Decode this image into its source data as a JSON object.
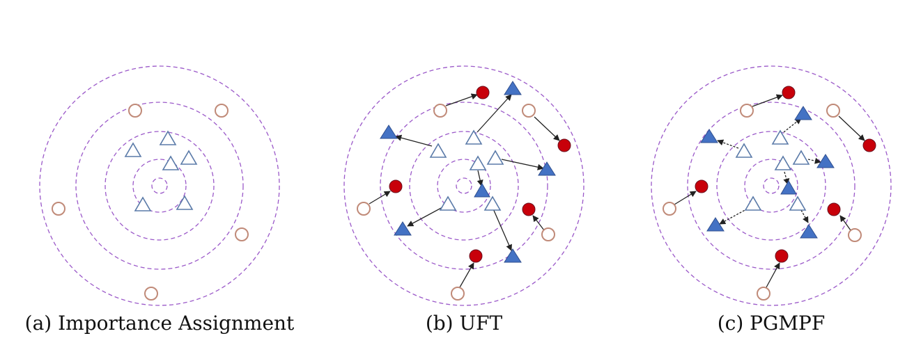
{
  "panels": [
    {
      "id": "a",
      "caption": "(a) Importance Assignment"
    },
    {
      "id": "b",
      "caption": "(b) UFT"
    },
    {
      "id": "c",
      "caption": "(c) PGMPF"
    }
  ],
  "colors": {
    "ring": "#9b59c9",
    "open_circle": "#c08a78",
    "filled_circle": "#c8000a",
    "filled_triangle": "#4472c4",
    "open_triangle": "#5a7aa8",
    "arrow": "#222222"
  }
}
